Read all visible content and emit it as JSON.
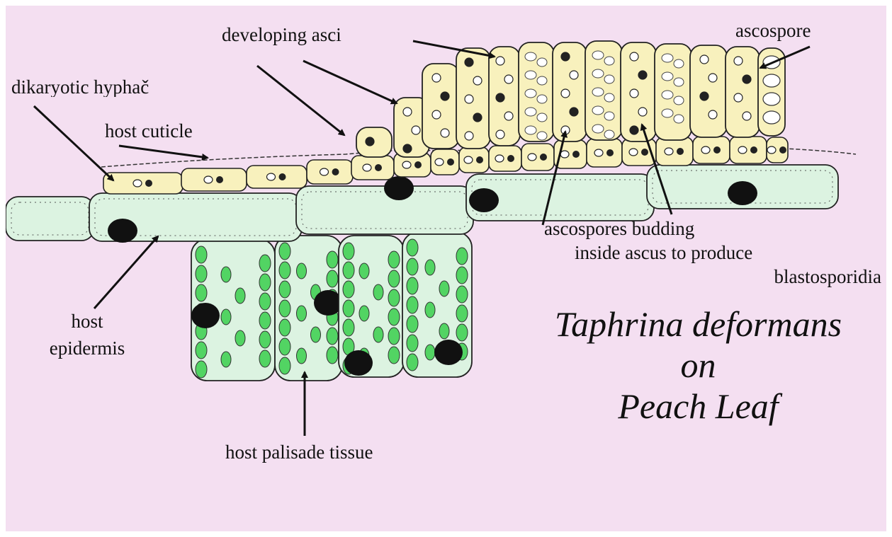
{
  "diagram": {
    "title_lines": [
      "Taphrina deformans",
      "on",
      "Peach Leaf"
    ],
    "labels": {
      "developing_asci": "developing asci",
      "ascospore": "ascospore",
      "dikaryotic_hyphae": "dikaryotic hyphač",
      "host_cuticle": "host cuticle",
      "ascospores_budding": [
        "ascospores budding",
        "inside ascus to produce",
        "blastosporidia"
      ],
      "host_epidermis": [
        "host",
        "epidermis"
      ],
      "host_palisade_tissue": "host palisade tissue"
    },
    "colors": {
      "background": "#f4dff1",
      "fungal_cells": "#f8f1bd",
      "host_cells": "#dcf3e1",
      "chloroplasts": "#52d463",
      "nuclei": "#111111"
    }
  }
}
